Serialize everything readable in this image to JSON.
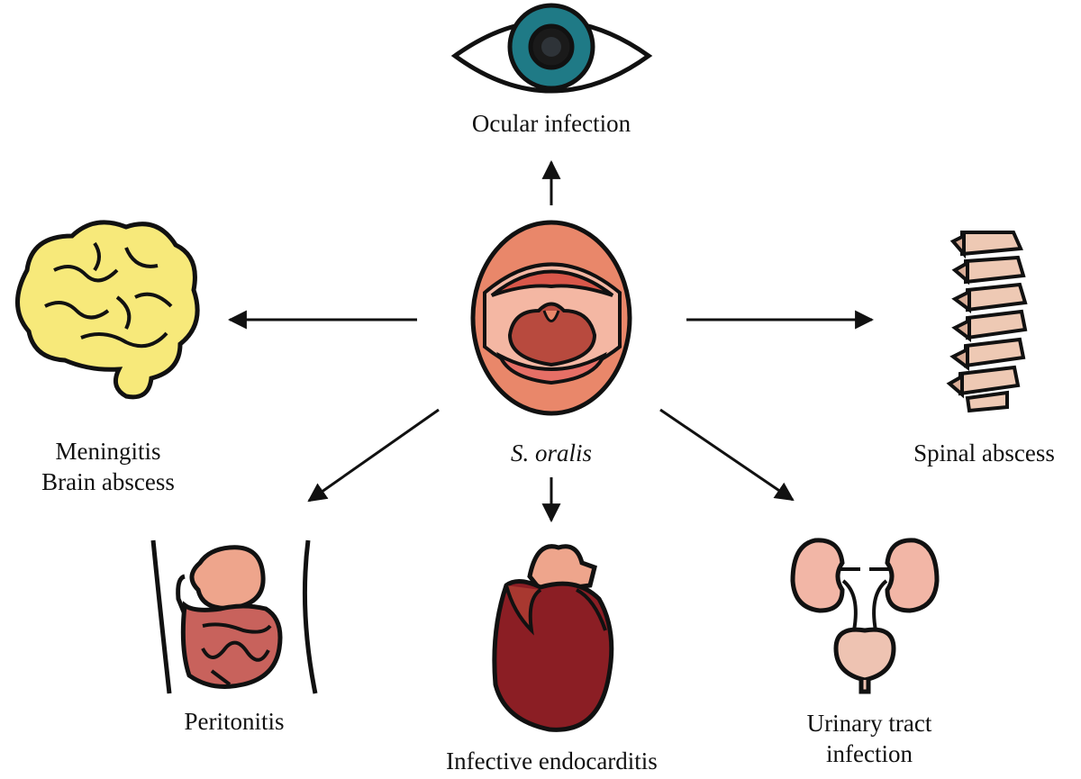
{
  "diagram": {
    "center": {
      "label": "S. oralis",
      "icon": "open-mouth-icon"
    },
    "targets": [
      {
        "key": "ocular",
        "lines": [
          "Ocular infection"
        ],
        "icon": "eye-icon"
      },
      {
        "key": "brain",
        "lines": [
          "Meningitis",
          "Brain abscess"
        ],
        "icon": "brain-icon"
      },
      {
        "key": "spine",
        "lines": [
          "Spinal abscess"
        ],
        "icon": "spine-icon"
      },
      {
        "key": "abdomen",
        "lines": [
          "Peritonitis"
        ],
        "icon": "intestines-icon"
      },
      {
        "key": "heart",
        "lines": [
          "Infective endocarditis"
        ],
        "icon": "heart-icon"
      },
      {
        "key": "kidney",
        "lines": [
          "Urinary tract",
          "infection"
        ],
        "icon": "urinary-tract-icon"
      }
    ]
  },
  "colors": {
    "outline": "#111111",
    "eye_iris": "#1f7a86",
    "mouth_skin": "#e9876a",
    "mouth_inner": "#b84a3e",
    "brain": "#f7e97a",
    "spine": "#eec9b4",
    "intestine": "#c8625c",
    "stomach": "#eea58c",
    "heart": "#8b1e24",
    "kidney": "#f2b6a6"
  }
}
